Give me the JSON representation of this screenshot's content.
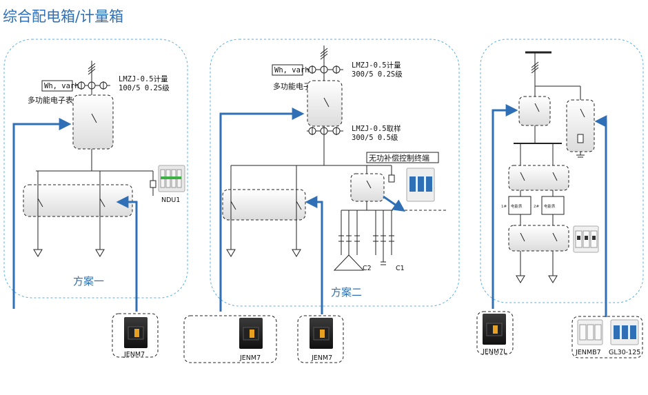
{
  "title": "综合配电箱/计量箱",
  "panel1": {
    "meter_tag": "Wh, varh",
    "meter_name": "多功能电子表",
    "ct_spec_line1": "LMZJ-0.5计量",
    "ct_spec_line2": "100/5 0.2S级",
    "spd_label": "NDU1",
    "scheme_label": "方案一",
    "breaker_label": "JENM7"
  },
  "panel2": {
    "meter_tag": "Wh, varh",
    "meter_name": "多功能电子表",
    "ct1_line1": "LMZJ-0.5计量",
    "ct1_line2": "300/5 0.2S级",
    "ct2_line1": "LMZJ-0.5取样",
    "ct2_line2": "300/5 0.5级",
    "controller_label": "无功补偿控制终端",
    "cap1_label": "C1",
    "cap2_label": "C2",
    "scheme_label": "方案二",
    "breaker1_label": "JENM7",
    "breaker2_label": "JENM7"
  },
  "panel3": {
    "meter1_text": "电能表",
    "meter2_text": "电能表",
    "meter1_tag": "1#",
    "meter2_tag": "2#",
    "breaker_label": "JENM7L",
    "mcb_label": "JENMB7",
    "spd_label": "GL30-125"
  },
  "colors": {
    "accent_blue": "#2f6fb6",
    "dashed_panel": "#5aaee0",
    "line": "#222222"
  }
}
